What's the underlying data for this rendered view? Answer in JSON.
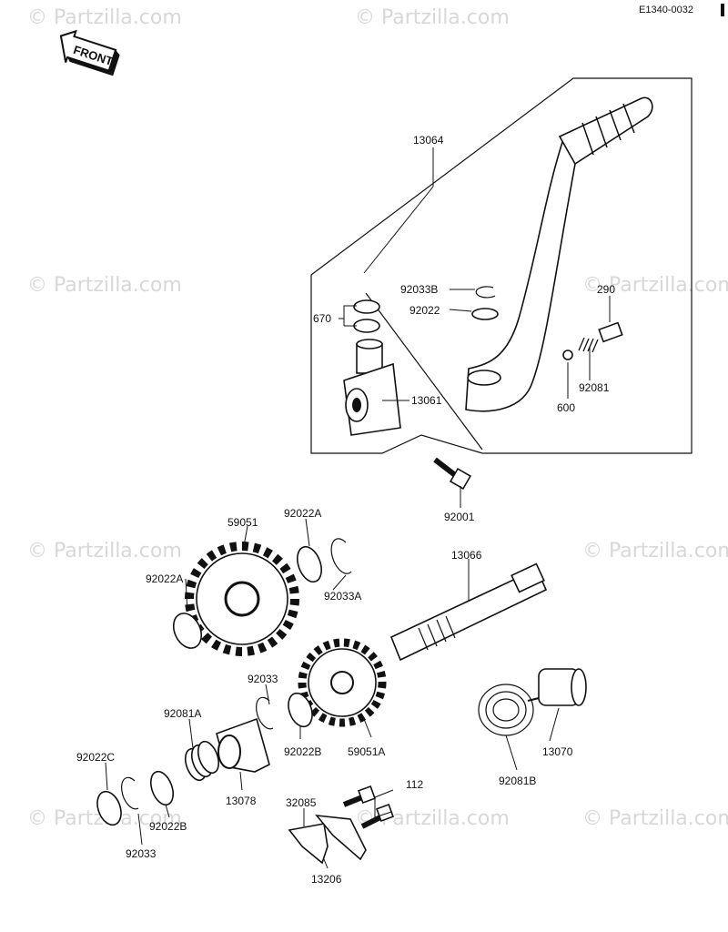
{
  "reference_code": "E1340-0032",
  "front_badge": "FRONT",
  "watermark": "© Partzilla.com",
  "labels": {
    "p13064": "13064",
    "p92033B": "92033B",
    "p92022": "92022",
    "p290": "290",
    "p670": "670",
    "p13061": "13061",
    "p92081": "92081",
    "p600": "600",
    "p92001": "92001",
    "p59051": "59051",
    "p92022A_top": "92022A",
    "p92022A_left": "92022A",
    "p92033A": "92033A",
    "p13066": "13066",
    "p92033_mid": "92033",
    "p92081A": "92081A",
    "p92022B_mid": "92022B",
    "p59051A": "59051A",
    "p13070": "13070",
    "p92022C": "92022C",
    "p13078": "13078",
    "p92081B": "92081B",
    "p112": "112",
    "p32085": "32085",
    "p92022B_low": "92022B",
    "p92033_low": "92033",
    "p13206": "13206"
  }
}
